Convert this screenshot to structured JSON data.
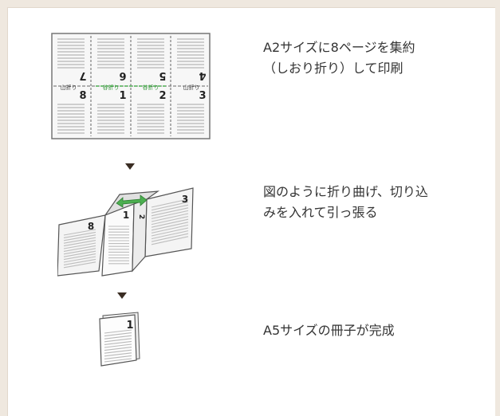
{
  "steps": [
    {
      "lines": [
        "A2サイズに8ページを集約",
        "（しおり折り）して印刷"
      ],
      "icon": "printed-sheet-icon"
    },
    {
      "lines": [
        "図のように折り曲げ、切り込",
        "みを入れて引っ張る"
      ],
      "icon": "folded-sheet-icon"
    },
    {
      "lines": [
        "A5サイズの冊子が完成"
      ],
      "icon": "booklet-icon"
    }
  ],
  "sheet": {
    "top_numbers": [
      "7",
      "6",
      "5",
      "4"
    ],
    "bottom_numbers": [
      "8",
      "1",
      "2",
      "3"
    ],
    "fold_labels": [
      "山折り",
      "谷折り",
      "谷折り",
      "山折り"
    ]
  },
  "fold": {
    "numbers": [
      "8",
      "1",
      "2",
      "3"
    ]
  },
  "booklet": {
    "number": "1"
  },
  "colors": {
    "accent_green": "#4caf50",
    "arrow": "#3a2d23",
    "frame": "#efe8df"
  }
}
